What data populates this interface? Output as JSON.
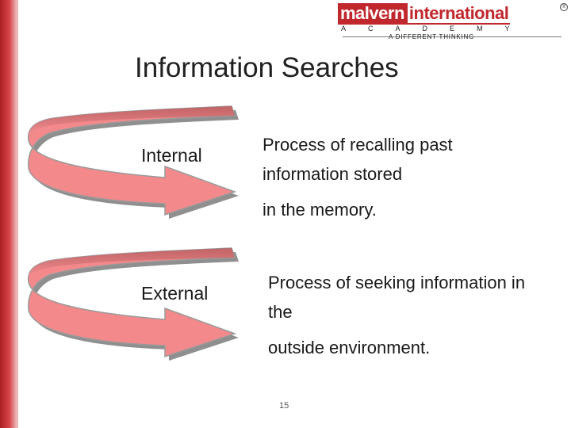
{
  "logo": {
    "primary_word": "malvern",
    "secondary_word": "international",
    "registered_mark": "®",
    "academy": "ACADEMY",
    "tagline": "A DIFFERENT THINKING"
  },
  "title": "Information Searches",
  "items": [
    {
      "label": "Internal",
      "description_lines": [
        "Process of recalling past",
        "information stored",
        "in the memory."
      ]
    },
    {
      "label": "External",
      "description_lines": [
        "Process of seeking information in",
        "the",
        "outside environment."
      ]
    }
  ],
  "page_number": "15",
  "colors": {
    "brand_red": "#c1282d",
    "arrow_fill": "#f4898c",
    "arrow_shadow": "#8f8f8f",
    "left_bar": "#c1282d"
  }
}
